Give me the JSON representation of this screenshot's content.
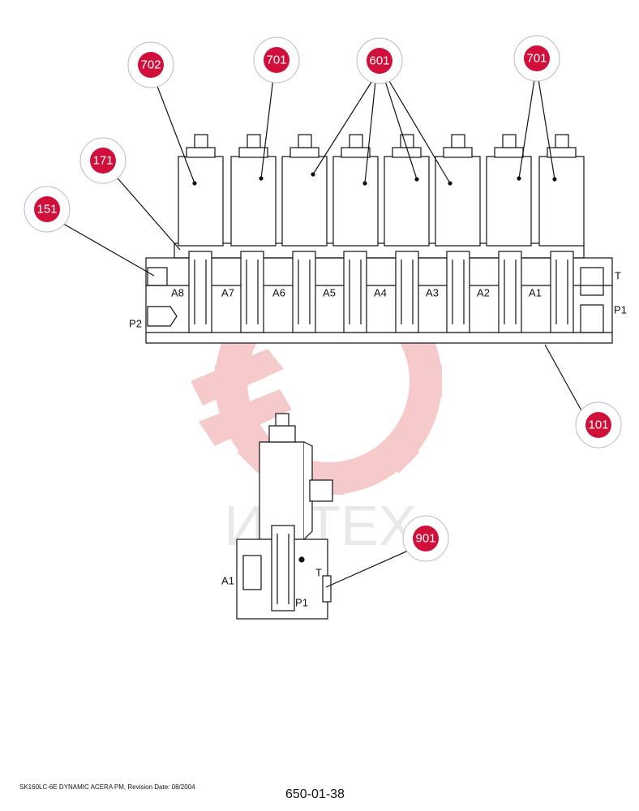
{
  "callouts": [
    {
      "id": "c702",
      "label": "702"
    },
    {
      "id": "c701a",
      "label": "701"
    },
    {
      "id": "c601",
      "label": "601"
    },
    {
      "id": "c701b",
      "label": "701"
    },
    {
      "id": "c171",
      "label": "171"
    },
    {
      "id": "c151",
      "label": "151"
    },
    {
      "id": "c101",
      "label": "101"
    },
    {
      "id": "c901",
      "label": "901"
    }
  ],
  "ports_main": [
    "A8",
    "A7",
    "A6",
    "A5",
    "A4",
    "A3",
    "A2",
    "A1"
  ],
  "port_labels": {
    "t_main": "T",
    "p1_main": "P1",
    "p2_main": "P2",
    "a1_single": "A1",
    "t_single": "T",
    "p1_single": "P1"
  },
  "watermark": {
    "text": "ИНТЕХ"
  },
  "colors": {
    "callout_fill": "#d0103a",
    "watermark": "#f2b8b8"
  },
  "footer": {
    "left": "SK160LC-6E DYNAMIC ACERA PM, Revision Date: 08/2004",
    "right": "650-01-38"
  }
}
